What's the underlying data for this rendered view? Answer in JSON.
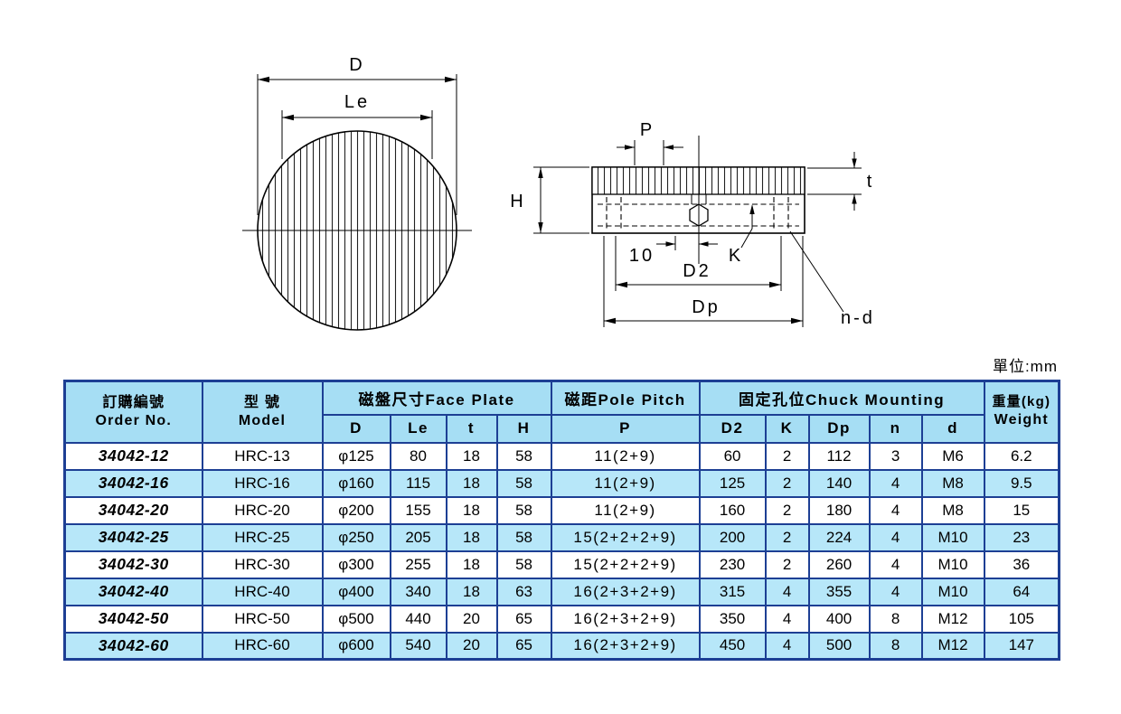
{
  "colors": {
    "table_border": "#1d3f94",
    "header_bg": "#a6def4",
    "row_alt_bg": "#b7e7f9",
    "drawing_line": "#000000"
  },
  "unit_label": "單位:mm",
  "drawing": {
    "front_view": {
      "d": "D",
      "le": "Le"
    },
    "side_view": {
      "p": "P",
      "t": "t",
      "h": "H",
      "ten": "10",
      "k": "K",
      "d2": "D2",
      "dp": "Dp",
      "nd": "n-d"
    }
  },
  "table": {
    "headers": {
      "order_no_zh": "訂購編號",
      "order_no_en": "Order No.",
      "model_zh": "型 號",
      "model_en": "Model",
      "face_plate": "磁盤尺寸Face Plate",
      "pole_pitch": "磁距Pole Pitch",
      "chuck_mounting": "固定孔位Chuck Mounting",
      "weight_zh": "重量(kg)",
      "weight_en": "Weight"
    },
    "sub_headers": [
      "D",
      "Le",
      "t",
      "H",
      "P",
      "D2",
      "K",
      "Dp",
      "n",
      "d"
    ],
    "rows": [
      [
        "34042-12",
        "HRC-13",
        "φ125",
        "80",
        "18",
        "58",
        "11(2+9)",
        "60",
        "2",
        "112",
        "3",
        "M6",
        "6.2"
      ],
      [
        "34042-16",
        "HRC-16",
        "φ160",
        "115",
        "18",
        "58",
        "11(2+9)",
        "125",
        "2",
        "140",
        "4",
        "M8",
        "9.5"
      ],
      [
        "34042-20",
        "HRC-20",
        "φ200",
        "155",
        "18",
        "58",
        "11(2+9)",
        "160",
        "2",
        "180",
        "4",
        "M8",
        "15"
      ],
      [
        "34042-25",
        "HRC-25",
        "φ250",
        "205",
        "18",
        "58",
        "15(2+2+2+9)",
        "200",
        "2",
        "224",
        "4",
        "M10",
        "23"
      ],
      [
        "34042-30",
        "HRC-30",
        "φ300",
        "255",
        "18",
        "58",
        "15(2+2+2+9)",
        "230",
        "2",
        "260",
        "4",
        "M10",
        "36"
      ],
      [
        "34042-40",
        "HRC-40",
        "φ400",
        "340",
        "18",
        "63",
        "16(2+3+2+9)",
        "315",
        "4",
        "355",
        "4",
        "M10",
        "64"
      ],
      [
        "34042-50",
        "HRC-50",
        "φ500",
        "440",
        "20",
        "65",
        "16(2+3+2+9)",
        "350",
        "4",
        "400",
        "8",
        "M12",
        "105"
      ],
      [
        "34042-60",
        "HRC-60",
        "φ600",
        "540",
        "20",
        "65",
        "16(2+3+2+9)",
        "450",
        "4",
        "500",
        "8",
        "M12",
        "147"
      ]
    ]
  }
}
